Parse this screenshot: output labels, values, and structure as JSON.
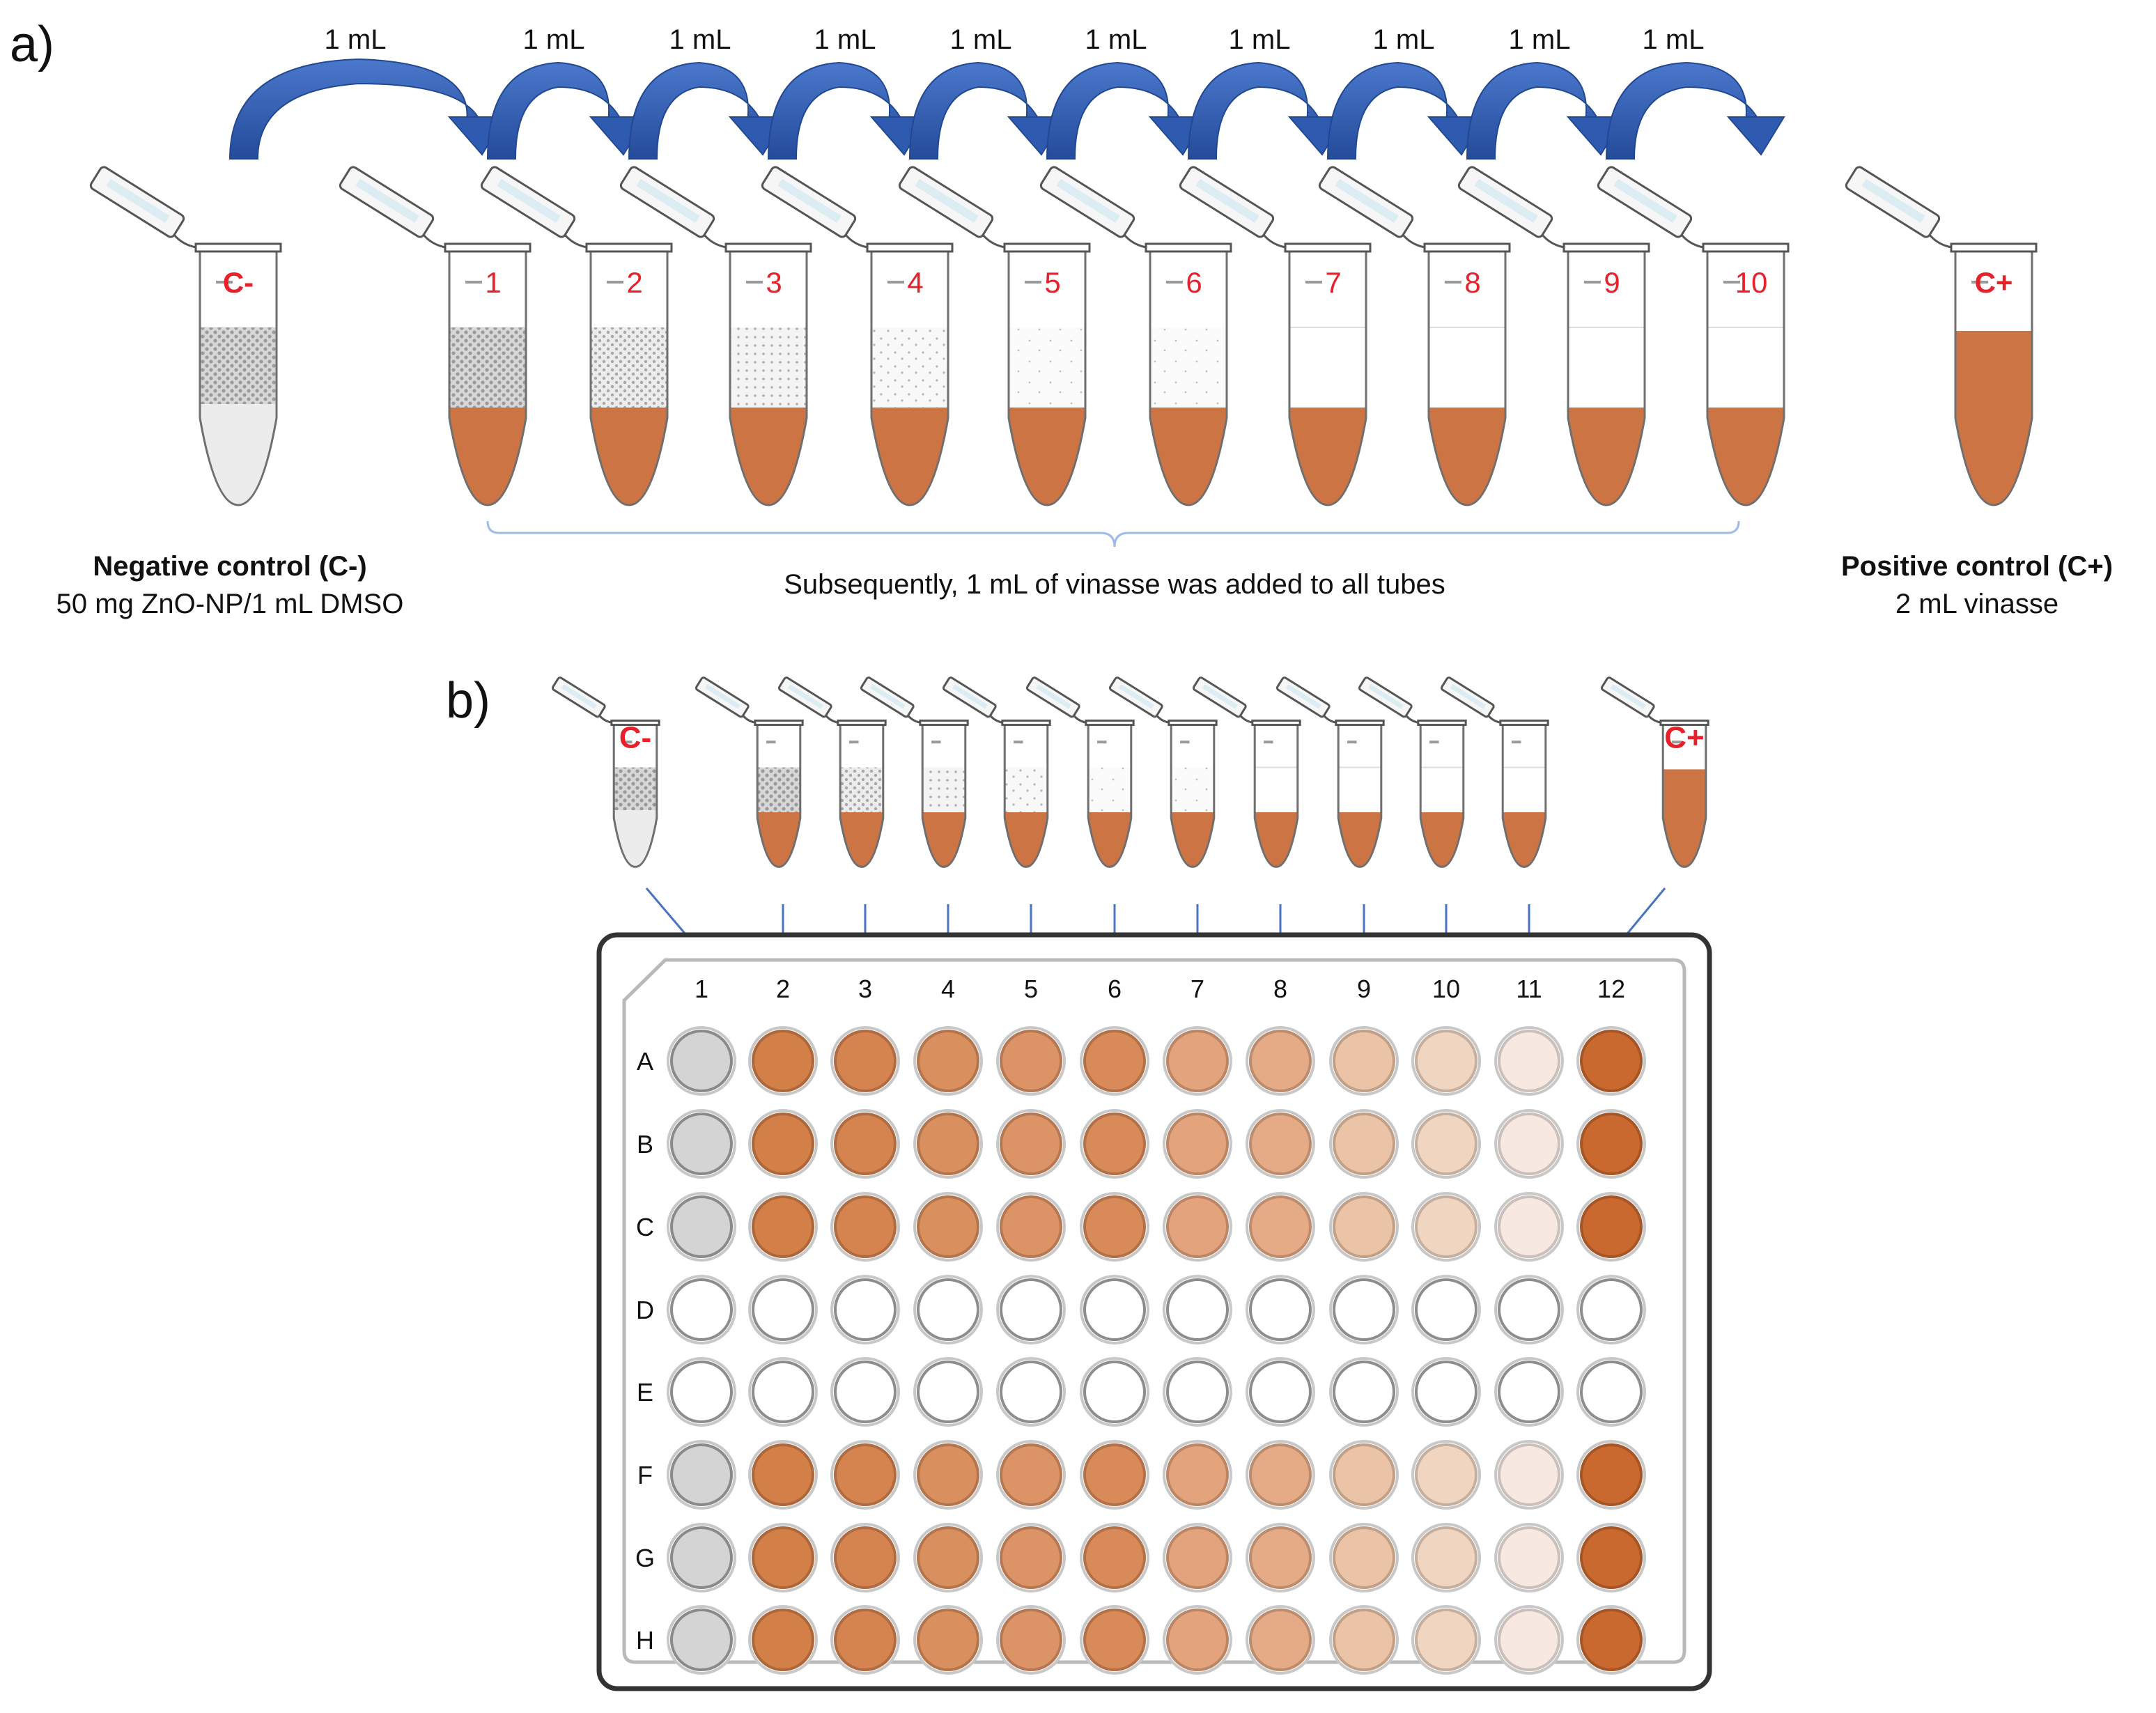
{
  "panel_a": {
    "label": "a)",
    "transfer_label": "1 mL",
    "tubes": [
      "C-",
      "1",
      "2",
      "3",
      "4",
      "5",
      "6",
      "7",
      "8",
      "9",
      "10",
      "C+"
    ],
    "bracket_text": "Subsequently, 1 mL of vinasse was added to all tubes",
    "negative_title": "Negative control (C-)",
    "negative_desc": "50 mg ZnO-NP/1 mL DMSO",
    "positive_title": "Positive control (C+)",
    "positive_desc": "2 mL vinasse"
  },
  "panel_b": {
    "label": "b)",
    "tube_labels": [
      "C-",
      "C+"
    ],
    "columns": [
      "1",
      "2",
      "3",
      "4",
      "5",
      "6",
      "7",
      "8",
      "9",
      "10",
      "11",
      "12"
    ],
    "rows": [
      "A",
      "B",
      "C",
      "D",
      "E",
      "F",
      "G",
      "H"
    ],
    "filled_rows": [
      "A",
      "B",
      "C",
      "F",
      "G",
      "H"
    ],
    "column_colors": [
      "#d4d4d4",
      "#d27f48",
      "#d5834f",
      "#d98f5e",
      "#dc9366",
      "#d98a59",
      "#e3a37c",
      "#e5ab86",
      "#ebc3a6",
      "#f0d5c1",
      "#f7e9e2",
      "#c9692f"
    ]
  },
  "colors": {
    "arrow": "#3b66b8",
    "label_red": "#e8202a",
    "vinasse": "#cc7444",
    "vinasse_light": "#d98555",
    "bracket": "#9dbde8"
  }
}
